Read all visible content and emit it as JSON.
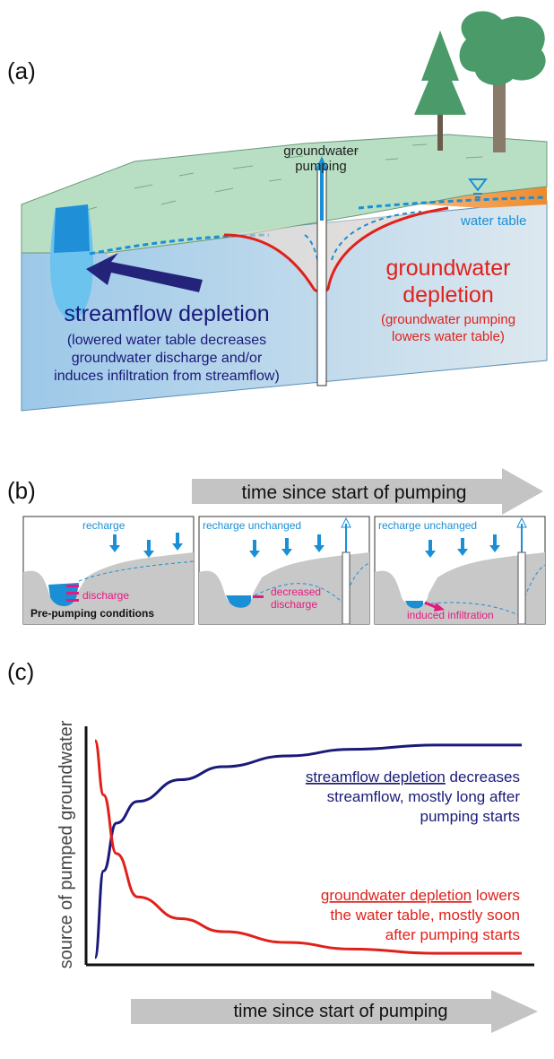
{
  "panel_a": {
    "label": "(a)",
    "pumping_label_1": "groundwater",
    "pumping_label_2": "pumping",
    "water_table_label": "water table",
    "gw_title_1": "groundwater",
    "gw_title_2": "depletion",
    "gw_desc_1": "(groundwater pumping",
    "gw_desc_2": "lowers water table)",
    "sf_title": "streamflow depletion",
    "sf_desc_1": "(lowered water table decreases",
    "sf_desc_2": "groundwater discharge and/or",
    "sf_desc_3": "induces infiltration from streamflow)"
  },
  "panel_b": {
    "label": "(b)",
    "time_arrow": "time since start of pumping",
    "box1": {
      "recharge": "recharge",
      "flow": "discharge",
      "caption": "Pre-pumping conditions"
    },
    "box2": {
      "recharge": "recharge unchanged",
      "flow_1": "decreased",
      "flow_2": "discharge"
    },
    "box3": {
      "recharge": "recharge unchanged",
      "flow": "induced infiltration"
    }
  },
  "panel_c": {
    "label": "(c)",
    "ylabel": "source of pumped groundwater",
    "xlabel": "time since start of pumping",
    "sf_note_underlined": "streamflow depletion",
    "sf_note_1": " decreases",
    "sf_note_2": "streamflow, mostly long after",
    "sf_note_3": "pumping starts",
    "gw_note_underlined": "groundwater depletion",
    "gw_note_1": " lowers",
    "gw_note_2": "the water table, mostly soon",
    "gw_note_3": "after pumping starts"
  },
  "colors": {
    "streamflow": "#1a1a7a",
    "groundwater": "#e0211b",
    "blue": "#1a8fd6",
    "magenta": "#e6197f",
    "land": "#b8dfc4",
    "tree": "#4a9a6a",
    "box_gray": "#c8c8c8"
  },
  "chart_data": {
    "type": "line",
    "xlabel": "time since start of pumping",
    "ylabel": "source of pumped groundwater",
    "series": [
      {
        "name": "streamflow depletion",
        "x": [
          0,
          0.02,
          0.05,
          0.1,
          0.2,
          0.3,
          0.45,
          0.6,
          0.8,
          1.0
        ],
        "values": [
          0.0,
          0.4,
          0.62,
          0.72,
          0.82,
          0.88,
          0.93,
          0.96,
          0.98,
          0.98
        ]
      },
      {
        "name": "groundwater depletion",
        "x": [
          0,
          0.02,
          0.05,
          0.1,
          0.2,
          0.3,
          0.45,
          0.6,
          0.8,
          1.0
        ],
        "values": [
          1.0,
          0.75,
          0.48,
          0.28,
          0.18,
          0.12,
          0.07,
          0.04,
          0.02,
          0.02
        ]
      }
    ],
    "grid": false
  }
}
